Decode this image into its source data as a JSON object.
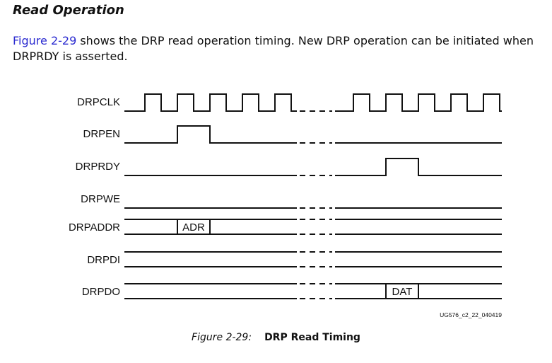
{
  "section": {
    "heading": "Read Operation"
  },
  "intro": {
    "xref": "Figure 2-29",
    "text": " shows the DRP read operation timing. New DRP operation can be initiated when DRPRDY is asserted."
  },
  "diagram": {
    "signals": [
      {
        "name": "DRPCLK",
        "kind": "clock"
      },
      {
        "name": "DRPEN",
        "kind": "pulse",
        "pulse_cycle": 2,
        "segment": "left"
      },
      {
        "name": "DRPRDY",
        "kind": "pulse",
        "pulse_cycle": 2,
        "segment": "right"
      },
      {
        "name": "DRPWE",
        "kind": "low"
      },
      {
        "name": "DRPADDR",
        "kind": "bus",
        "value_label": "ADR",
        "value_cycle": 2,
        "segment": "left"
      },
      {
        "name": "DRPDI",
        "kind": "bus"
      },
      {
        "name": "DRPDO",
        "kind": "bus",
        "value_label": "DAT",
        "value_cycle": 2,
        "segment": "right"
      }
    ],
    "figure_code": "UG576_c2_22_040419"
  },
  "caption": {
    "number": "Figure 2-29:",
    "title": "DRP Read Timing"
  }
}
